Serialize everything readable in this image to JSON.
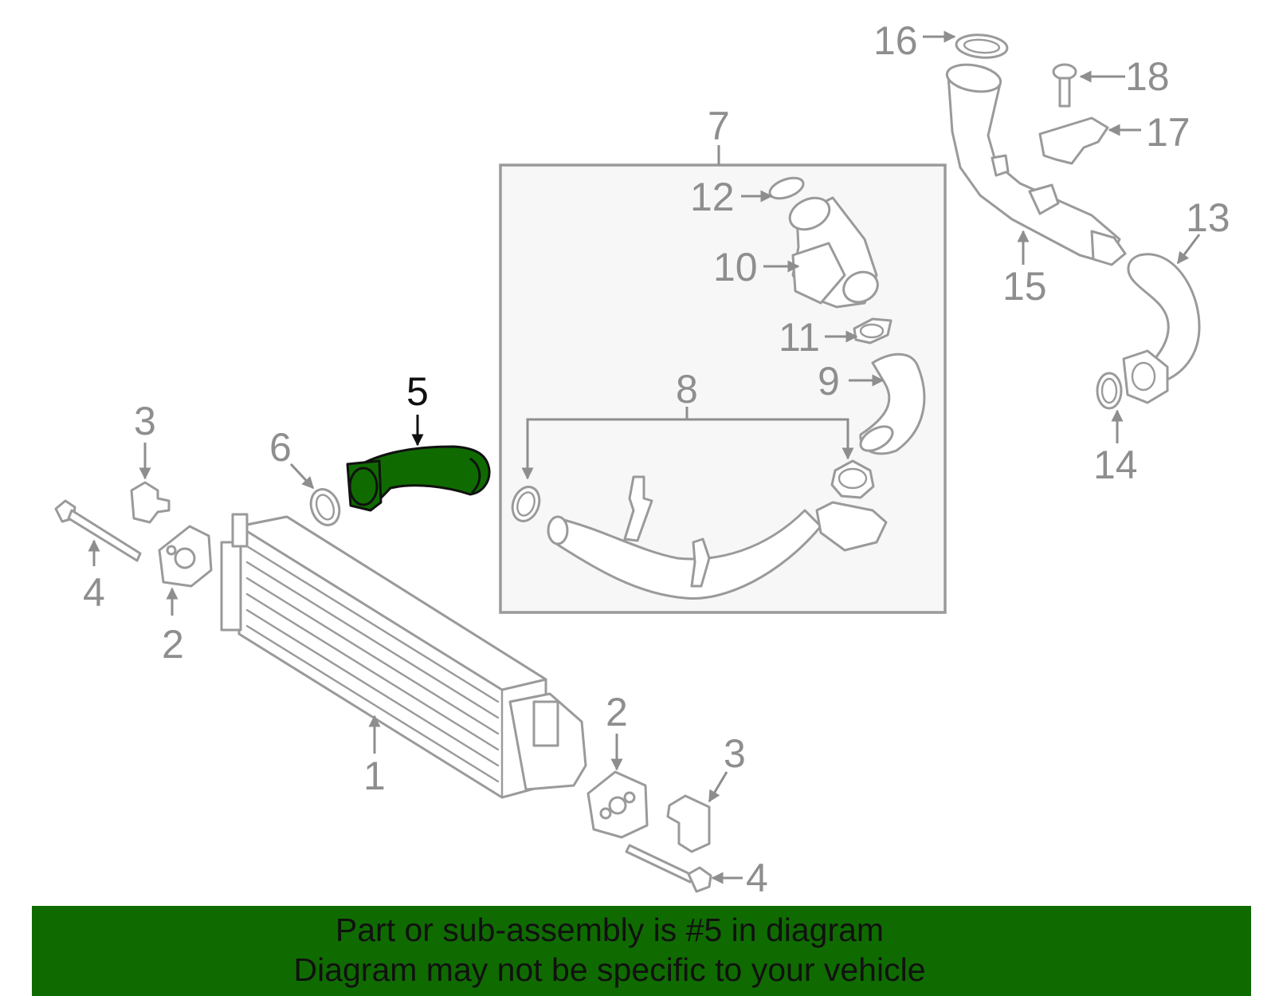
{
  "colors": {
    "highlight": "#0f6b00",
    "part_outline": "#9a9a9a",
    "label_gray": "#8e8e8e",
    "label_dark": "#111111",
    "banner_bg": "#0f6b00"
  },
  "highlighted_part": "5",
  "labels": {
    "p1": "1",
    "p2a": "2",
    "p2b": "2",
    "p3a": "3",
    "p3b": "3",
    "p4a": "4",
    "p4b": "4",
    "p5": "5",
    "p6": "6",
    "p7": "7",
    "p8": "8",
    "p9": "9",
    "p10": "10",
    "p11": "11",
    "p12": "12",
    "p13": "13",
    "p14": "14",
    "p15": "15",
    "p16": "16",
    "p17": "17",
    "p18": "18"
  },
  "banner": {
    "line1": "Part or sub-assembly is #5 in diagram",
    "line2": "Diagram may not be specific to your vehicle"
  }
}
